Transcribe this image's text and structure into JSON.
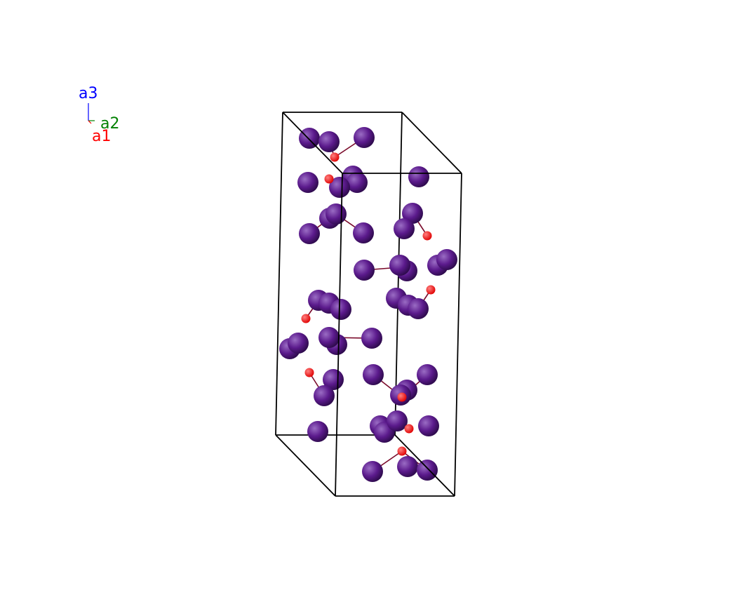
{
  "axes": {
    "a3": {
      "label": "a3",
      "color": "#0000ff"
    },
    "a2": {
      "label": "a2",
      "color": "#008000"
    },
    "a1": {
      "label": "a1",
      "color": "#ff0000"
    }
  },
  "colors": {
    "cell_edge": "#000000",
    "large_atom": "#5b1a8c",
    "large_atom_highlight": "#9a6cc4",
    "large_atom_shadow": "#2c0a4a",
    "small_atom": "#e00000",
    "small_atom_highlight": "#ff8080",
    "bond": "#7a0a2a"
  },
  "icons": [
    "axis-triad-icon"
  ]
}
